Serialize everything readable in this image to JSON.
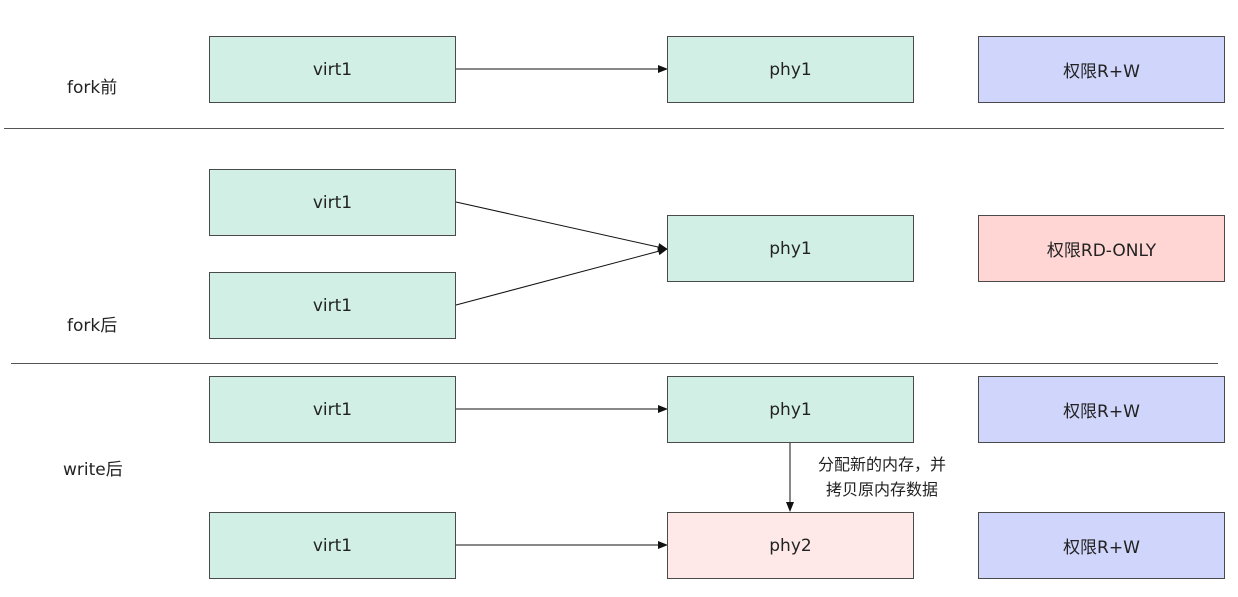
{
  "sections": [
    {
      "label": "fork前",
      "virt_boxes": [
        "virt1"
      ],
      "phy_boxes": [
        "phy1"
      ],
      "permissions": [
        "权限R+W"
      ]
    },
    {
      "label": "fork后",
      "virt_boxes": [
        "virt1",
        "virt1"
      ],
      "phy_boxes": [
        "phy1"
      ],
      "permissions": [
        "权限RD-ONLY"
      ]
    },
    {
      "label": "write后",
      "virt_boxes": [
        "virt1",
        "virt1"
      ],
      "phy_boxes": [
        "phy1",
        "phy2"
      ],
      "permissions": [
        "权限R+W",
        "权限R+W"
      ],
      "note_lines": [
        "分配新的内存，并",
        "拷贝原内存数据"
      ]
    }
  ],
  "colors": {
    "virt_fill": "#d2efe6",
    "phy_fill": "#d2efe6",
    "phy_new_fill": "#ffe9e8",
    "perm_rw_fill": "#cfd5fb",
    "perm_ro_fill": "#ffd6d4",
    "stroke": "#4a4a4a"
  }
}
